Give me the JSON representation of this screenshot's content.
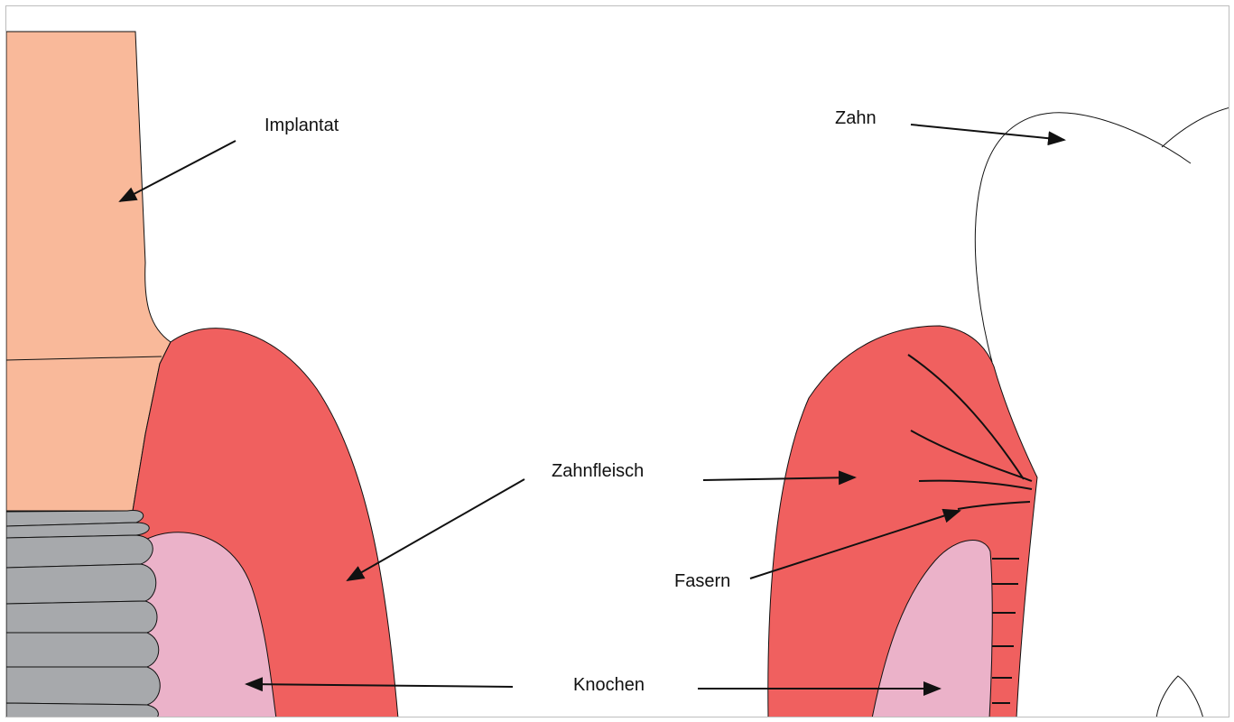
{
  "labels": {
    "implant": "Implantat",
    "tooth": "Zahn",
    "gum": "Zahnfleisch",
    "fibers": "Fasern",
    "bone": "Knochen"
  },
  "colors": {
    "implant": "#f9b99a",
    "gum": "#f0605f",
    "bone": "#ebb2c9",
    "thread": "#a7a9ac",
    "outline": "#111111",
    "tooth": "#ffffff"
  }
}
